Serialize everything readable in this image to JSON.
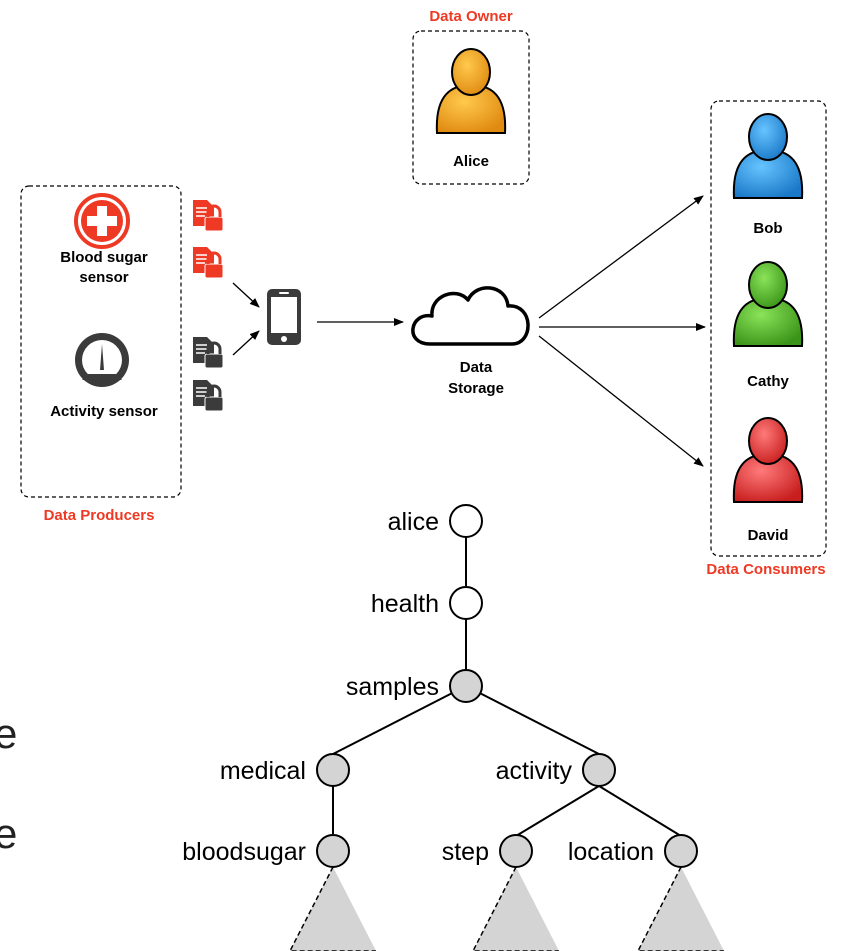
{
  "owner": {
    "heading": "Data Owner",
    "name": "Alice"
  },
  "producers": {
    "heading": "Data Producers",
    "blood_sugar_line1": "Blood sugar",
    "blood_sugar_line2": "sensor",
    "activity": "Activity sensor"
  },
  "storage": {
    "line1": "Data",
    "line2": "Storage"
  },
  "consumers": {
    "heading": "Data Consumers",
    "names": [
      "Bob",
      "Cathy",
      "David"
    ]
  },
  "tree": {
    "nodes": [
      "alice",
      "health",
      "samples",
      "medical",
      "activity",
      "bloodsugar",
      "step",
      "location"
    ]
  },
  "side_text": [
    "e",
    "e"
  ],
  "colors": {
    "accent_red": "#ee3a24",
    "owner_orange": "#f5a623",
    "bob_blue": "#2f9be8",
    "cathy_green": "#55b72a",
    "david_red": "#e83a3a",
    "shaded_node": "#d4d4d4"
  }
}
